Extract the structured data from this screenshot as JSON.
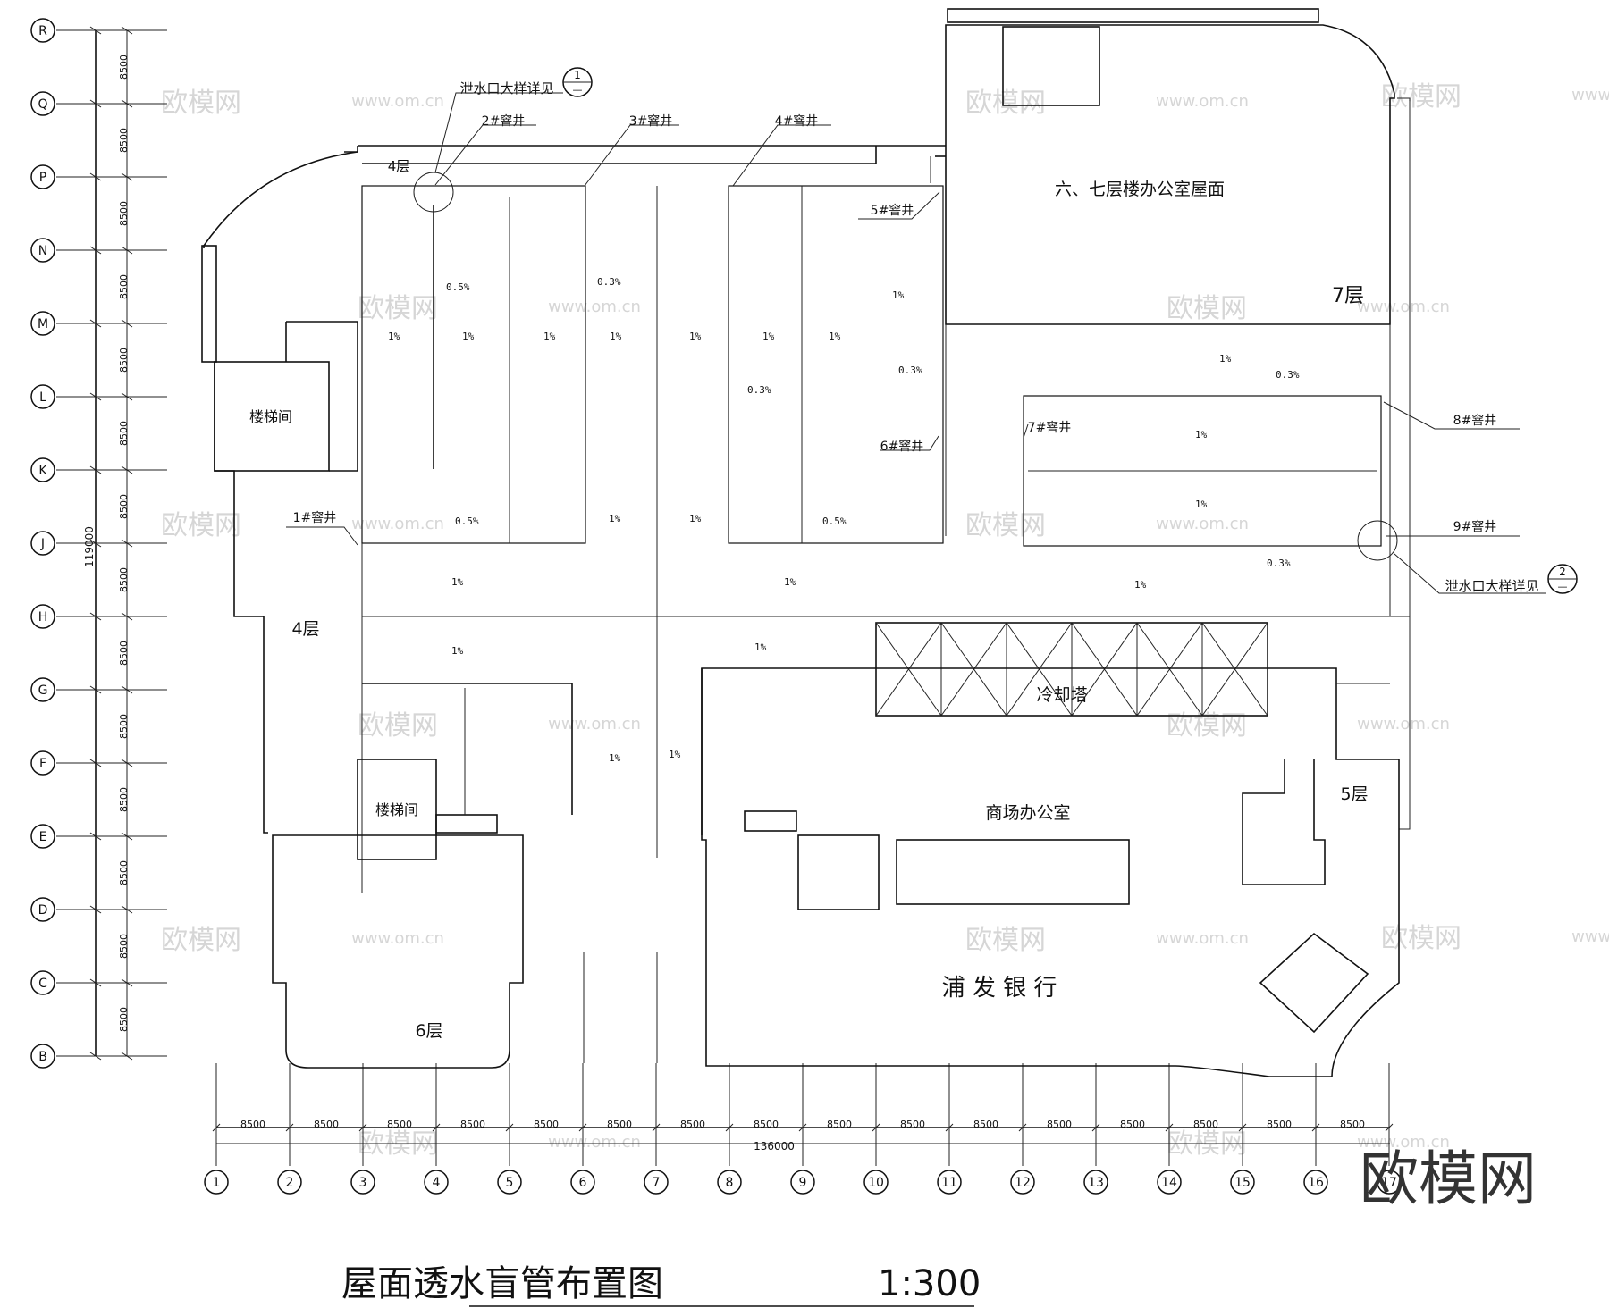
{
  "title": {
    "text": "屋面透水盲管布置图",
    "scale": "1:300"
  },
  "grid": {
    "rows": [
      "R",
      "Q",
      "P",
      "N",
      "M",
      "L",
      "K",
      "J",
      "H",
      "G",
      "F",
      "E",
      "D",
      "C",
      "B"
    ],
    "row_spacing_label": "8500",
    "total_vertical": "119000",
    "cols": [
      "1",
      "2",
      "3",
      "4",
      "5",
      "6",
      "7",
      "8",
      "9",
      "10",
      "11",
      "12",
      "13",
      "14",
      "15",
      "16",
      "17"
    ],
    "col_spacing_label": "8500",
    "total_horizontal": "136000"
  },
  "rooms": {
    "office_roof": "六、七层楼办公室屋面",
    "floor7": "7层",
    "floor4_top": "4层",
    "floor4_left": "4层",
    "floor6": "6层",
    "floor5": "5层",
    "stair_1": "楼梯间",
    "stair_2": "楼梯间",
    "cooling_tower": "冷却塔",
    "mall_office": "商场办公室",
    "bank": "浦 发 银 行"
  },
  "callouts": {
    "outlet_1": {
      "text": "泄水口大样详见",
      "num": "1",
      "sub": "—"
    },
    "outlet_2": {
      "text": "泄水口大样详见",
      "num": "2",
      "sub": "—"
    },
    "well_1": "1#窨井",
    "well_2": "2#窨井",
    "well_3": "3#窨井",
    "well_4": "4#窨井",
    "well_5": "5#窨井",
    "well_6": "6#窨井",
    "well_7": "7#窨井",
    "well_8": "8#窨井",
    "well_9": "9#窨井"
  },
  "slopes": {
    "s_05": "0.5%",
    "s_03": "0.3%",
    "s_1": "1%"
  },
  "watermark": {
    "site": "www.om.cn",
    "brand": "欧模网"
  }
}
